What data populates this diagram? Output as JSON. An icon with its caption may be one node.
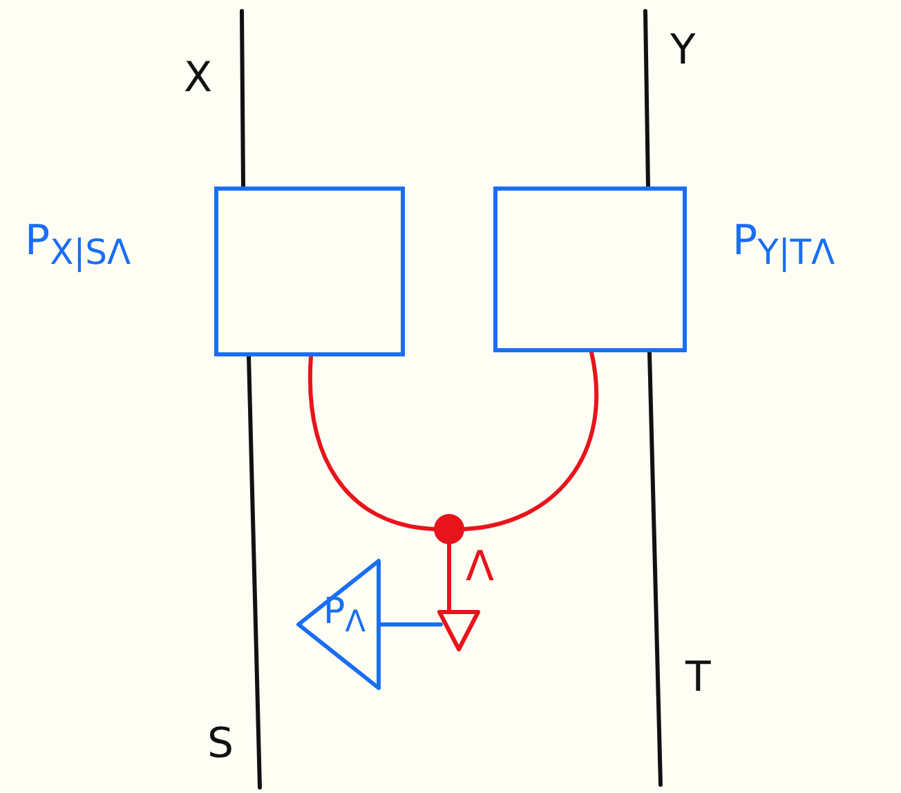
{
  "diagram": {
    "nodes": [
      {
        "text": [],
        "shape": "box",
        "beside": [
          "P$_{X|SΛ}$"
        ]
      },
      {
        "text": [],
        "shape": "box",
        "beside": [
          "P$_{Y|TΛ}$"
        ]
      },
      {
        "text": [],
        "shape": "circle"
      },
      {
        "text": [
          "P$_{Λ}$"
        ]
      },
      {
        "text": [],
        "shape": "triangle"
      }
    ],
    "edges": [
      {
        "from": null,
        "to": 0,
        "arrow": "none",
        "label": "X"
      },
      {
        "from": 0,
        "to": null,
        "arrow": "none",
        "label": "S"
      },
      {
        "from": null,
        "to": 1,
        "arrow": "none",
        "label": "Y"
      },
      {
        "from": 1,
        "to": null,
        "arrow": "none",
        "label": "T"
      },
      {
        "from": 0,
        "to": 2,
        "arrow": "none",
        "color": "#e8141c"
      },
      {
        "from": 1,
        "to": 2,
        "arrow": "none",
        "color": "#e8141c"
      },
      {
        "from": 2,
        "to": 4,
        "arrow": "none",
        "color": "#e8141c",
        "label": "Λ"
      },
      {
        "from": 3,
        "to": 4,
        "arrow": "none",
        "color": "#1a6ef5"
      }
    ]
  }
}
